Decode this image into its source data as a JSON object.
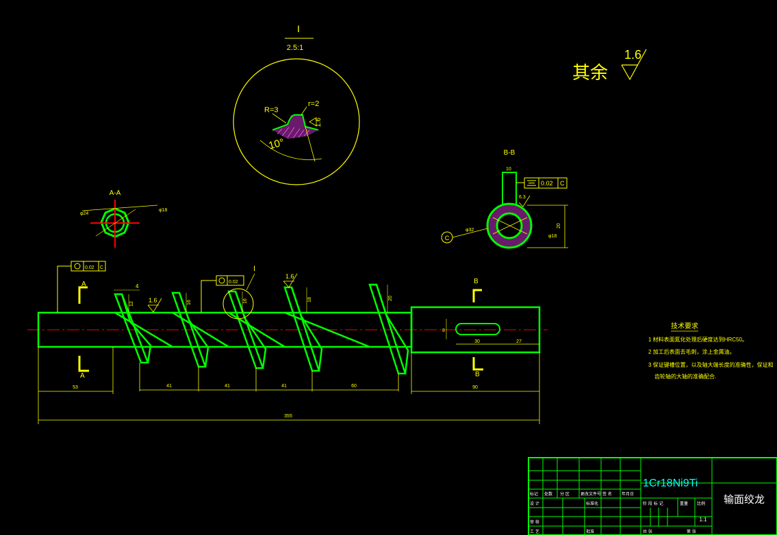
{
  "detail": {
    "label": "I",
    "scale": "2.5:1",
    "r_left": "R=3",
    "r_right": "r=2",
    "finish": "1.6",
    "angle": "10°"
  },
  "general_finish": {
    "prefix": "其余",
    "value": "1.6"
  },
  "sections": {
    "a": {
      "label": "A-A",
      "dim_left": "φ24",
      "dim_right": "φ18"
    },
    "b": {
      "label": "B-B",
      "key_width": "10",
      "tol_value": "0.02",
      "tol_datum": "C",
      "finish": "6.3",
      "dim_left": "φ32",
      "dim_right": "φ18",
      "dim_height": "20",
      "datum": "C"
    }
  },
  "shaft": {
    "tol_left_value": "0.02",
    "tol_left_datum": "C",
    "tol_mid_value": "0.02",
    "detail_ref": "I",
    "cut_a_top": "A",
    "cut_a_bottom": "A",
    "cut_b_top": "B",
    "cut_b_bottom": "B",
    "flight_thickness": "4",
    "finish_left": "1.6",
    "finish_top": "1.6",
    "flight_heights": [
      "12",
      "16",
      "16",
      "18",
      "20"
    ],
    "keyway_width": "8",
    "dims": [
      "53",
      "41",
      "41",
      "41",
      "60",
      "90",
      "355",
      "30",
      "27"
    ]
  },
  "tech": {
    "title": "技术要求",
    "items": [
      "1 材料表面氮化处理后硬度达到HRC50。",
      "2 加工后表面去毛刺，涂上金属油。",
      "3 保证键槽位置，以及轴大端长度的准确性，保证和",
      "齿轮轴的大轴的准确配合."
    ]
  },
  "title_block": {
    "material": "1Cr18Ni9Ti",
    "part_name": "输面绞龙",
    "scale": "1:1",
    "labels": [
      "标记",
      "处数",
      "分 区",
      "更改文件号",
      "签 名",
      "年月日"
    ],
    "labels2": [
      "设 计",
      "标准化",
      "阶 段 标 记",
      "重量",
      "比例"
    ],
    "labels3": [
      "审 核",
      "工 艺",
      "批准",
      "共 张",
      "第 张"
    ]
  }
}
